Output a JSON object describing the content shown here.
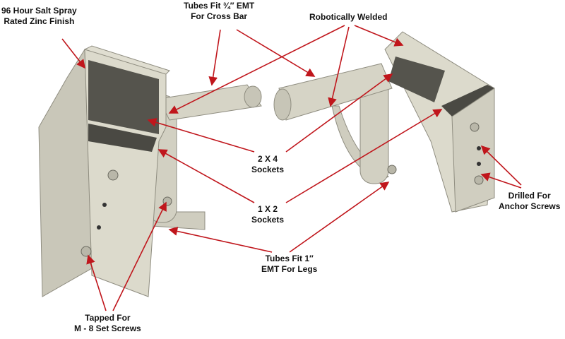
{
  "colors": {
    "arrow": "#c0161c",
    "metal": "#d9d7c9",
    "metal_dark": "#8f8d80",
    "metal_shadow": "#6b6a60"
  },
  "callouts": {
    "finish": {
      "line1": "96 Hour Salt Spray",
      "line2": "Rated Zinc Finish"
    },
    "crossbar": {
      "line1": "Tubes Fit ¾″ EMT",
      "line2": "For Cross Bar"
    },
    "welded": {
      "line1": "Robotically Welded"
    },
    "sockets_2x4": {
      "line1": "2 X 4",
      "line2": "Sockets"
    },
    "sockets_1x2": {
      "line1": "1 X 2",
      "line2": "Sockets"
    },
    "anchor": {
      "line1": "Drilled For",
      "line2": "Anchor Screws"
    },
    "legs": {
      "line1": "Tubes Fit 1″",
      "line2": "EMT For Legs"
    },
    "tapped": {
      "line1": "Tapped For",
      "line2": "M - 8 Set Screws"
    }
  }
}
